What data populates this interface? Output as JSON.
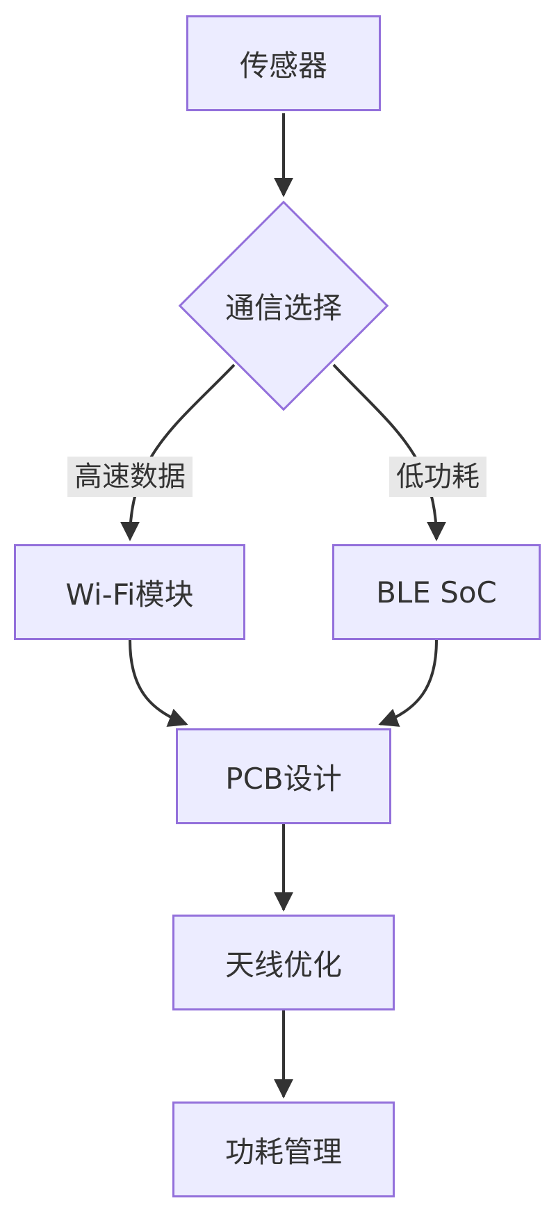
{
  "diagram": {
    "type": "flowchart",
    "direction": "top-down",
    "nodes": [
      {
        "id": "sensor",
        "label": "传感器",
        "shape": "rect"
      },
      {
        "id": "decision",
        "label": "通信选择",
        "shape": "diamond"
      },
      {
        "id": "wifi",
        "label": "Wi-Fi模块",
        "shape": "rect"
      },
      {
        "id": "ble",
        "label": "BLE SoC",
        "shape": "rect"
      },
      {
        "id": "pcb",
        "label": "PCB设计",
        "shape": "rect"
      },
      {
        "id": "antenna",
        "label": "天线优化",
        "shape": "rect"
      },
      {
        "id": "power",
        "label": "功耗管理",
        "shape": "rect"
      }
    ],
    "edges": [
      {
        "from": "sensor",
        "to": "decision",
        "label": ""
      },
      {
        "from": "decision",
        "to": "wifi",
        "label": "高速数据"
      },
      {
        "from": "decision",
        "to": "ble",
        "label": "低功耗"
      },
      {
        "from": "wifi",
        "to": "pcb",
        "label": ""
      },
      {
        "from": "ble",
        "to": "pcb",
        "label": ""
      },
      {
        "from": "pcb",
        "to": "antenna",
        "label": ""
      },
      {
        "from": "antenna",
        "to": "power",
        "label": ""
      }
    ],
    "colors": {
      "node_fill": "#ECECFF",
      "node_border": "#9370DB",
      "edge_line": "#333333",
      "edge_label_bg": "#e8e8e8",
      "text": "#333333",
      "background": "#ffffff"
    }
  }
}
